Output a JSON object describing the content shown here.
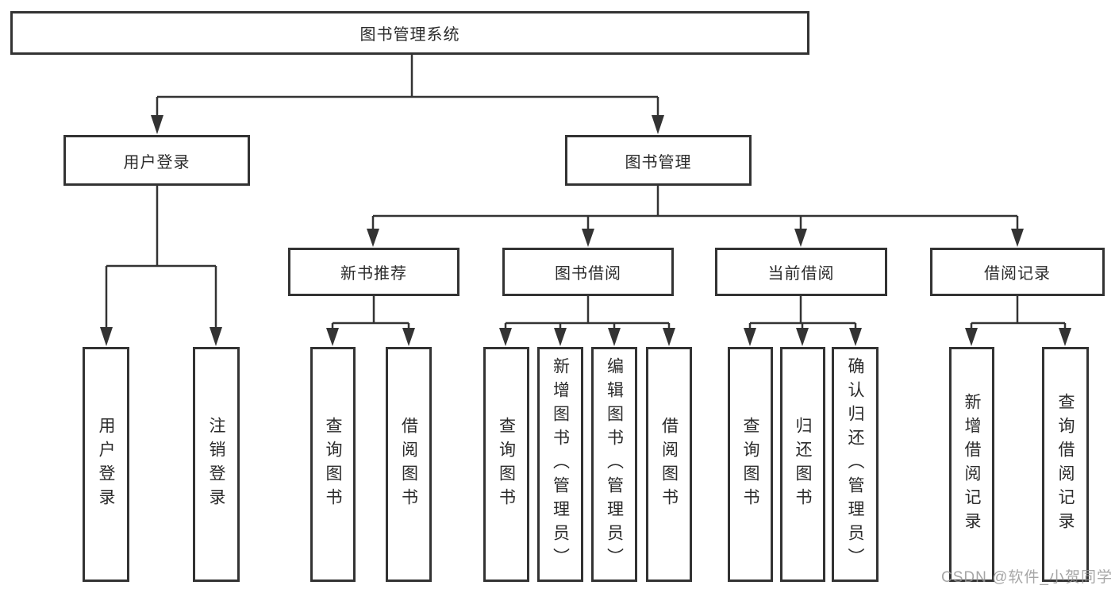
{
  "tree": {
    "title": "图书管理系统",
    "branches": [
      {
        "label": "用户登录",
        "children": [
          {
            "label": "用户登录"
          },
          {
            "label": "注销登录"
          }
        ]
      },
      {
        "label": "图书管理",
        "children": [
          {
            "label": "新书推荐",
            "children": [
              {
                "label": "查询图书"
              },
              {
                "label": "借阅图书"
              }
            ]
          },
          {
            "label": "图书借阅",
            "children": [
              {
                "label": "查询图书"
              },
              {
                "label": "新增图书（管理员）"
              },
              {
                "label": "编辑图书（管理员）"
              },
              {
                "label": "借阅图书"
              }
            ]
          },
          {
            "label": "当前借阅",
            "children": [
              {
                "label": "查询图书"
              },
              {
                "label": "归还图书"
              },
              {
                "label": "确认归还（管理员）"
              }
            ]
          },
          {
            "label": "借阅记录",
            "children": [
              {
                "label": "新增借阅记录"
              },
              {
                "label": "查询借阅记录"
              }
            ]
          }
        ]
      }
    ]
  },
  "watermark": {
    "text": "CSDN @软件_小贺同学"
  },
  "colors": {
    "line": "#333333",
    "box_border": "#333333",
    "text": "#2b2b2b",
    "watermark": "#969696",
    "background": "#ffffff"
  }
}
